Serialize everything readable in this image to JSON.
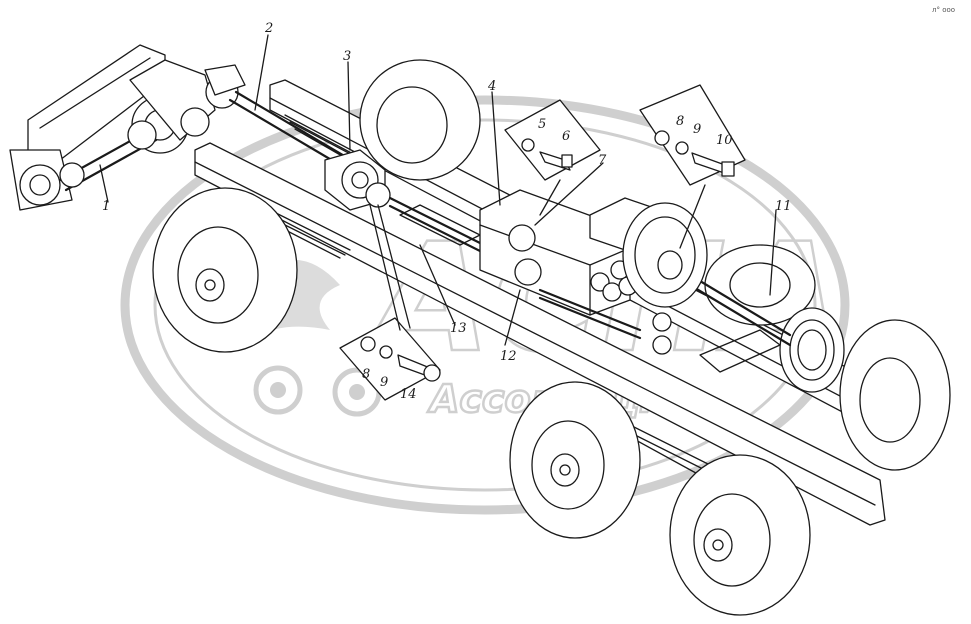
{
  "corner_mark": "л° ооо",
  "watermark": {
    "logo_text": "АСПА",
    "subtitle": "Ассоциация",
    "color": "#cfcfcf"
  },
  "callouts": [
    {
      "id": "c1",
      "label": "1"
    },
    {
      "id": "c2",
      "label": "2"
    },
    {
      "id": "c3",
      "label": "3"
    },
    {
      "id": "c4",
      "label": "4"
    },
    {
      "id": "c5",
      "label": "5"
    },
    {
      "id": "c6",
      "label": "6"
    },
    {
      "id": "c7",
      "label": "7"
    },
    {
      "id": "c8a",
      "label": "8"
    },
    {
      "id": "c9a",
      "label": "9"
    },
    {
      "id": "c10",
      "label": "10"
    },
    {
      "id": "c11",
      "label": "11"
    },
    {
      "id": "c12",
      "label": "12"
    },
    {
      "id": "c13",
      "label": "13"
    },
    {
      "id": "c8b",
      "label": "8"
    },
    {
      "id": "c9b",
      "label": "9"
    },
    {
      "id": "c14",
      "label": "14"
    }
  ]
}
